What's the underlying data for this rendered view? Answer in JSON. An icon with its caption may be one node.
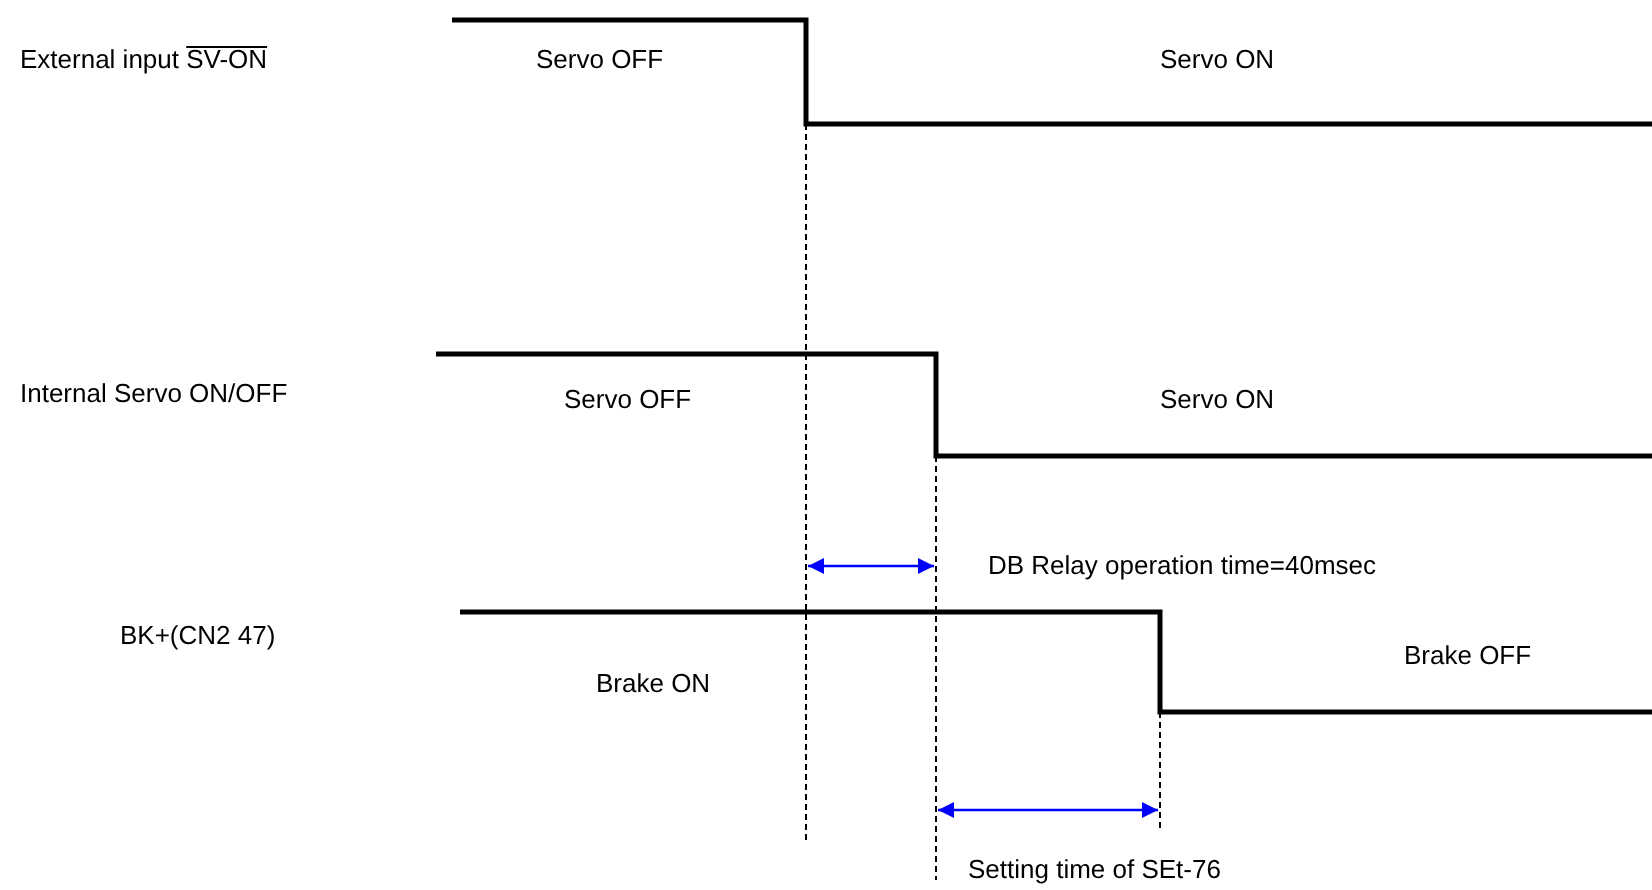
{
  "diagram": {
    "labels": [
      "External input SV-ON",
      "Servo OFF",
      "Servo ON",
      "Internal Servo ON/OFF",
      "Servo OFF",
      "Servo ON",
      "DB Relay operation time=40msec",
      "BK+(CN2 47)",
      "Brake ON",
      "Brake OFF",
      "Setting time of SEt-76"
    ]
  }
}
